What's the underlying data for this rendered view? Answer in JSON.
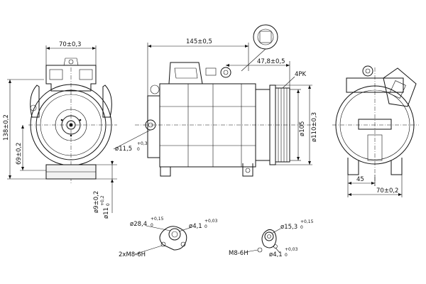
{
  "dimensions": {
    "left_top_width": "70±0,3",
    "left_height_total": "138±0,2",
    "left_height_axis": "69±0,2",
    "left_d9": "ø9±0,2",
    "left_d11": "ø11",
    "left_d11_tol": "+0,2",
    "left_d11_tol2": "0",
    "mid_length": "145±0,5",
    "mid_offset": "47,8±0,5",
    "mid_belt": "4PK",
    "mid_d105": "ø105",
    "mid_d110": "ø110±0,3",
    "mid_hole": "ø11,5",
    "mid_hole_tol": "+0,3",
    "mid_hole_tol2": "0",
    "right_45": "45",
    "right_70": "70±0,2",
    "port1_d": "ø28,4",
    "port1_d_tol": "+0,15",
    "port1_d_tol2": "0",
    "port1_pin": "ø4,1",
    "port1_pin_tol": "+0,03",
    "port1_pin_tol2": "0",
    "port1_thread": "2xM8-6H",
    "port2_d": "ø15,3",
    "port2_d_tol": "+0,15",
    "port2_d_tol2": "0",
    "port2_thread": "M8-6H",
    "port2_pin": "ø4,1",
    "port2_pin_tol": "+0,03",
    "port2_pin_tol2": "0"
  }
}
